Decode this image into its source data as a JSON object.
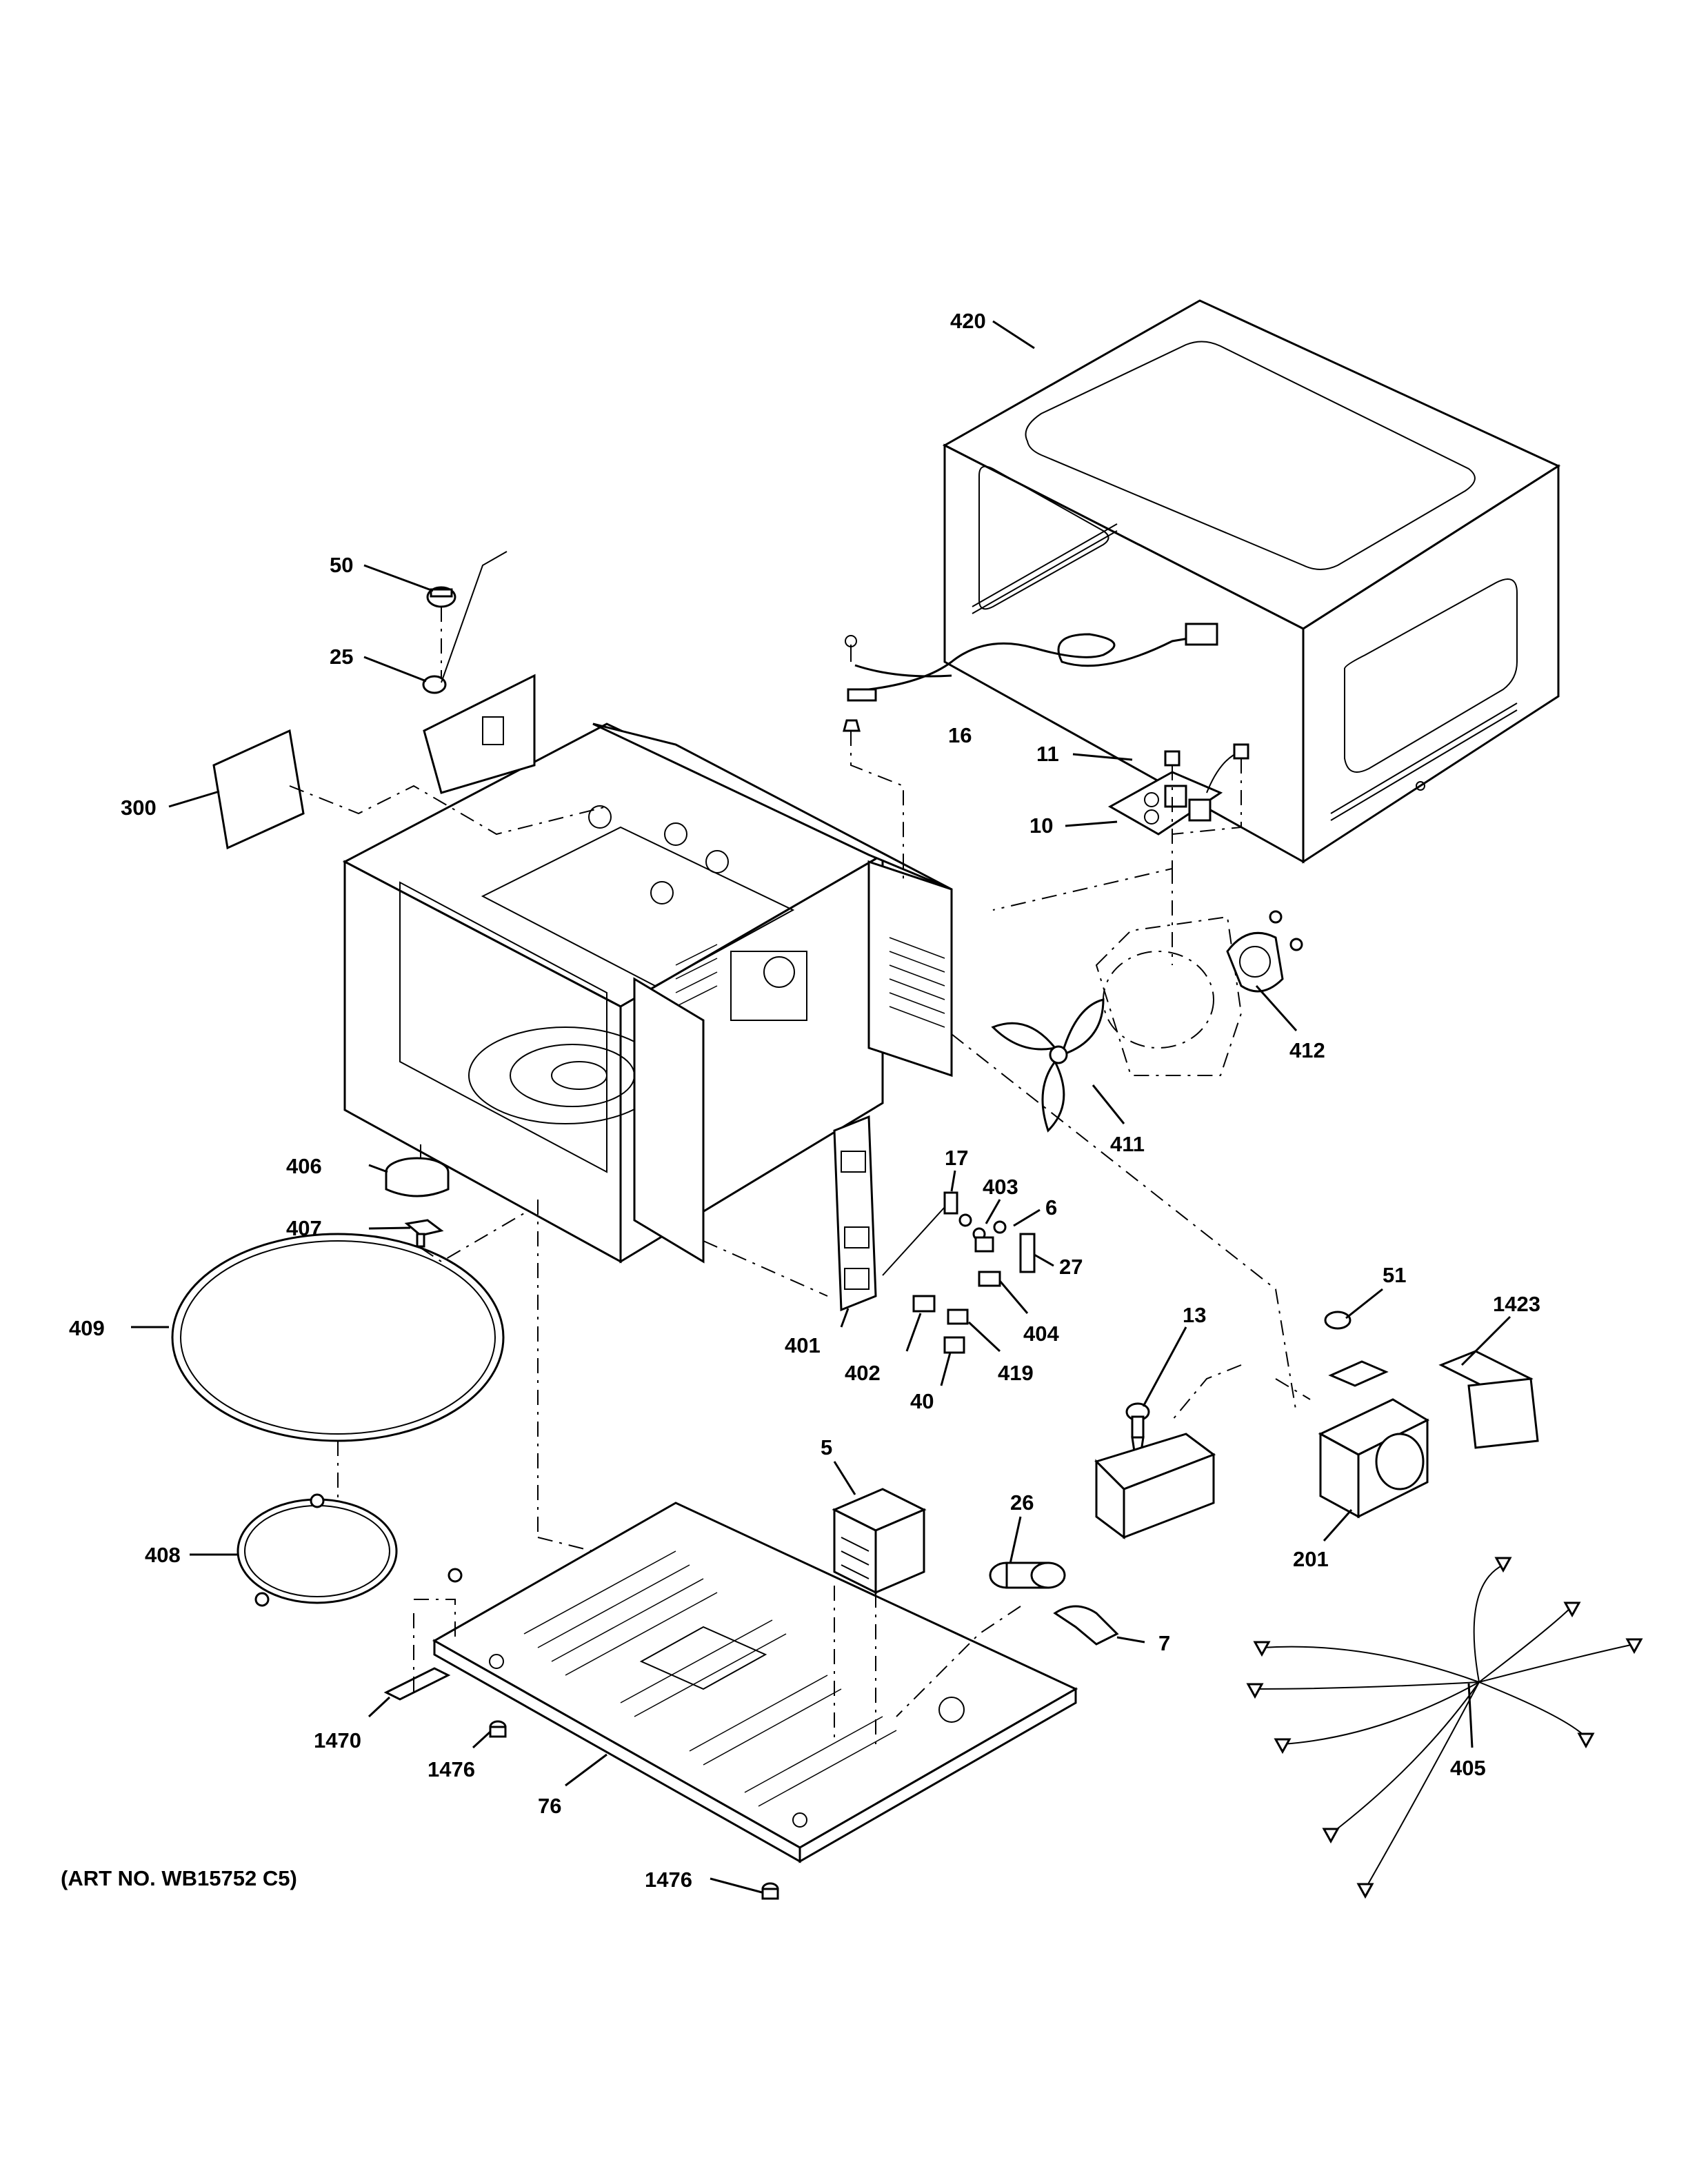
{
  "diagram": {
    "art_number": "(ART NO. WB15752 C5)",
    "callouts": [
      {
        "id": "c420",
        "label": "420"
      },
      {
        "id": "c50",
        "label": "50"
      },
      {
        "id": "c25",
        "label": "25"
      },
      {
        "id": "c300",
        "label": "300"
      },
      {
        "id": "c16",
        "label": "16"
      },
      {
        "id": "c11",
        "label": "11"
      },
      {
        "id": "c10",
        "label": "10"
      },
      {
        "id": "c412",
        "label": "412"
      },
      {
        "id": "c411",
        "label": "411"
      },
      {
        "id": "c407",
        "label": "407"
      },
      {
        "id": "c406",
        "label": "406"
      },
      {
        "id": "c17",
        "label": "17"
      },
      {
        "id": "c403",
        "label": "403"
      },
      {
        "id": "c6",
        "label": "6"
      },
      {
        "id": "c27",
        "label": "27"
      },
      {
        "id": "c401",
        "label": "401"
      },
      {
        "id": "c404",
        "label": "404"
      },
      {
        "id": "c402",
        "label": "402"
      },
      {
        "id": "c419",
        "label": "419"
      },
      {
        "id": "c40",
        "label": "40"
      },
      {
        "id": "c409",
        "label": "409"
      },
      {
        "id": "c51",
        "label": "51"
      },
      {
        "id": "c1423",
        "label": "1423"
      },
      {
        "id": "c13",
        "label": "13"
      },
      {
        "id": "c5",
        "label": "5"
      },
      {
        "id": "c26",
        "label": "26"
      },
      {
        "id": "c7",
        "label": "7"
      },
      {
        "id": "c201",
        "label": "201"
      },
      {
        "id": "c408",
        "label": "408"
      },
      {
        "id": "c1470",
        "label": "1470"
      },
      {
        "id": "c1476a",
        "label": "1476"
      },
      {
        "id": "c76",
        "label": "76"
      },
      {
        "id": "c405",
        "label": "405"
      },
      {
        "id": "c1476b",
        "label": "1476"
      }
    ]
  }
}
